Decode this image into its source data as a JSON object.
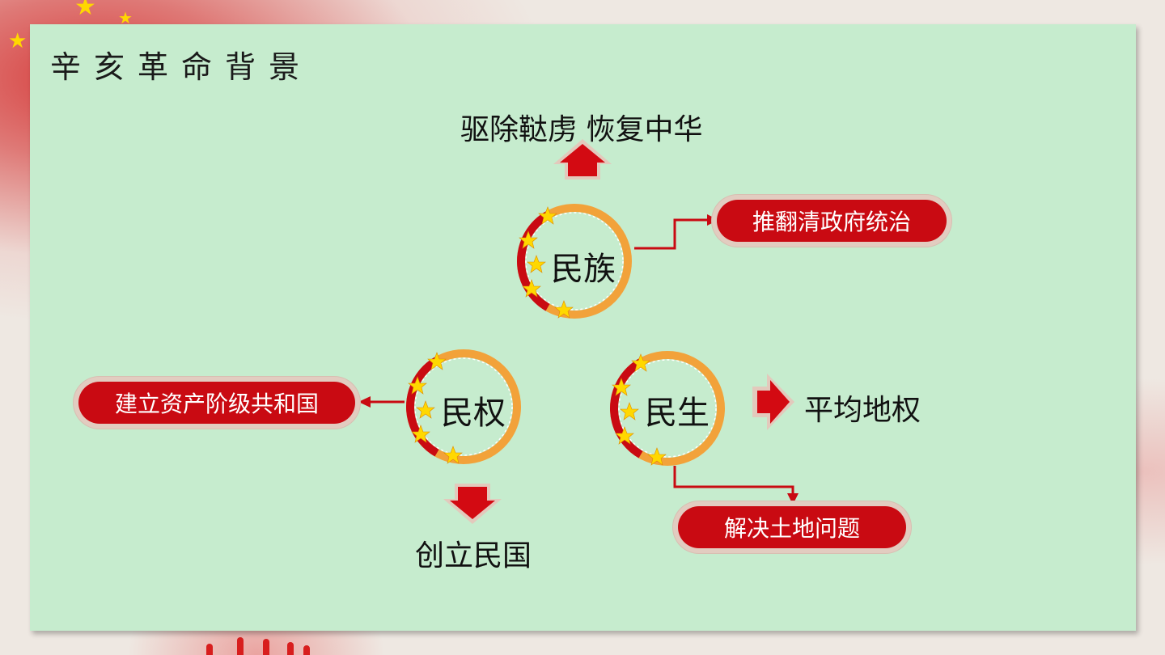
{
  "title": "辛亥革命背景",
  "nodes": {
    "minzu": {
      "label": "民族",
      "goal": "驱除鞑虏  恢复中华",
      "action": "推翻清政府统治"
    },
    "minquan": {
      "label": "民权",
      "action": "建立资产阶级共和国",
      "goal": "创立民国"
    },
    "minsheng": {
      "label": "民生",
      "goal": "平均地权",
      "action": "解决土地问题"
    }
  },
  "colors": {
    "card": "#c6ecce",
    "pill": "#c90a12",
    "arrow": "#c90a12",
    "ring": "#e05a10",
    "star": "#ffd800"
  },
  "icons": [
    "up-arrow-icon",
    "down-arrow-icon",
    "right-arrow-icon",
    "ring-emblem-icon",
    "star-icon"
  ]
}
